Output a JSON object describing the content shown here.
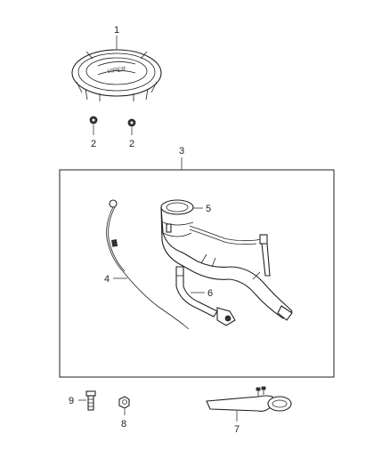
{
  "callouts": {
    "c1": "1",
    "c2a": "2",
    "c2b": "2",
    "c3": "3",
    "c4": "4",
    "c5": "5",
    "c6": "6",
    "c7": "7",
    "c8": "8",
    "c9": "9"
  },
  "badge_text": "VIPER",
  "colors": {
    "line": "#222222",
    "fill": "#ffffff",
    "dark": "#333333"
  }
}
